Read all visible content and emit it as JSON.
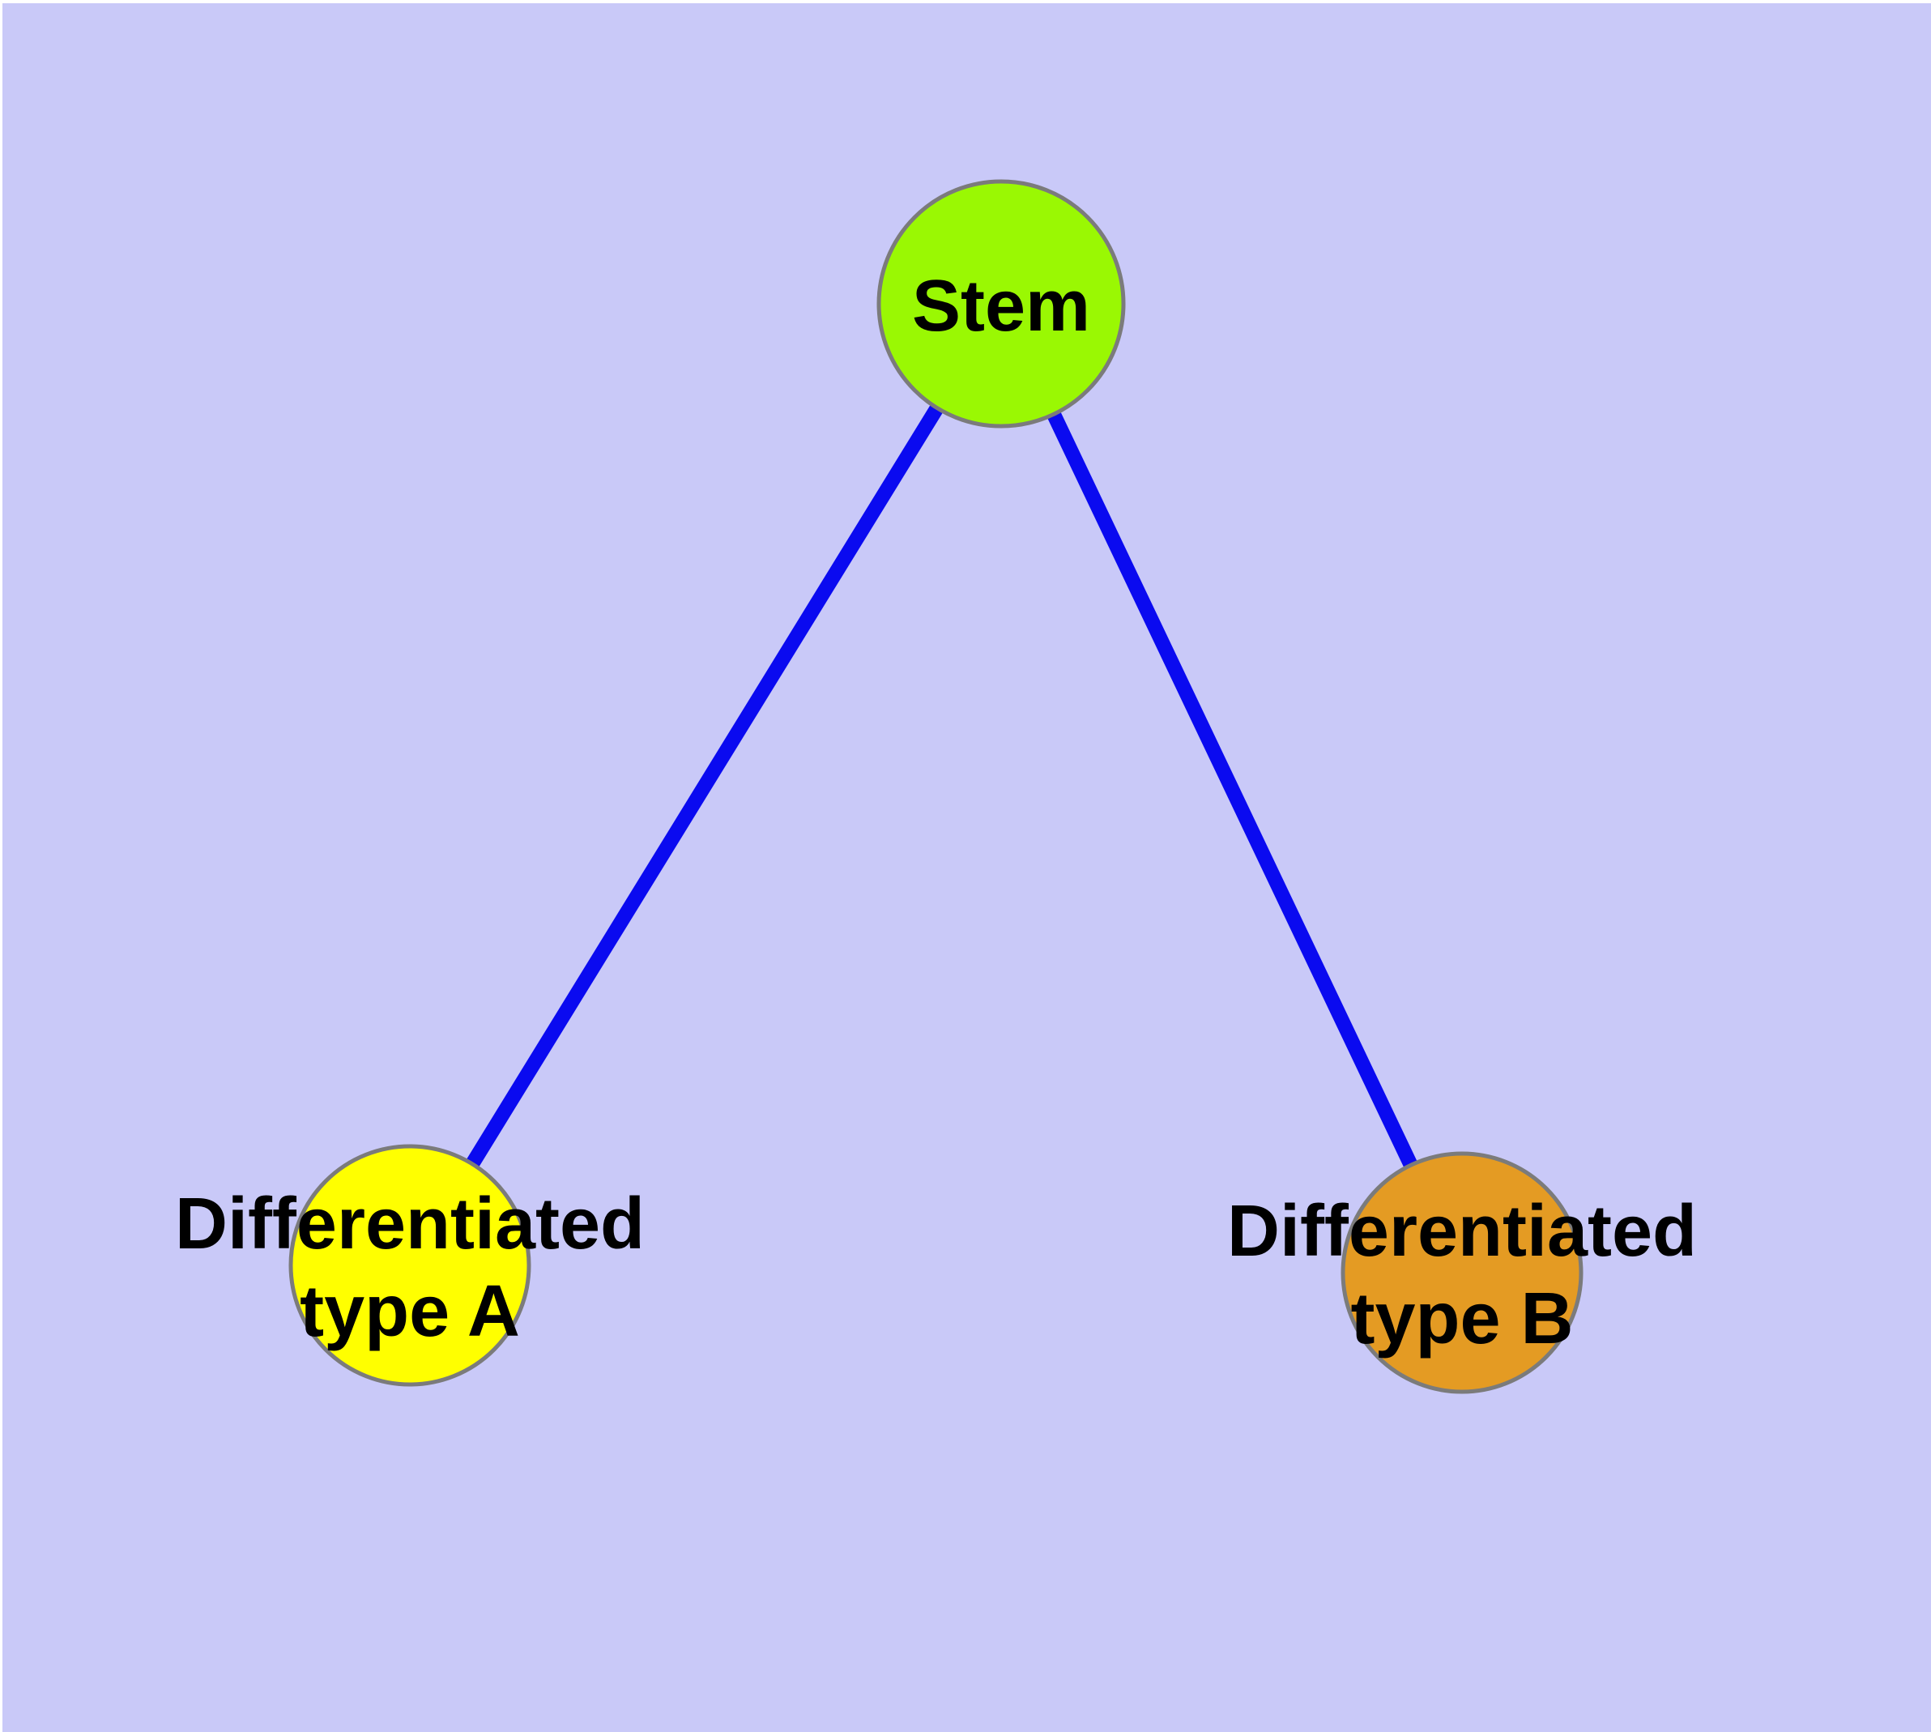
{
  "diagram": {
    "type": "graph",
    "background_color": "#C9C9F8",
    "margin_color": "#FFFFFF",
    "edge_color": "#0A0AF0",
    "node_border_color": "#7B7B7B",
    "label_color": "#000000",
    "nodes": [
      {
        "id": "stem",
        "label": "Stem",
        "fill": "#9AF803"
      },
      {
        "id": "type-a",
        "label_line1": "Differentiated",
        "label_line2": "type A",
        "fill": "#FFFF00"
      },
      {
        "id": "type-b",
        "label_line1": "Differentiated",
        "label_line2": "type B",
        "fill": "#E49B23"
      }
    ],
    "edges": [
      {
        "from": "stem",
        "to": "type-a"
      },
      {
        "from": "stem",
        "to": "type-b"
      }
    ]
  }
}
